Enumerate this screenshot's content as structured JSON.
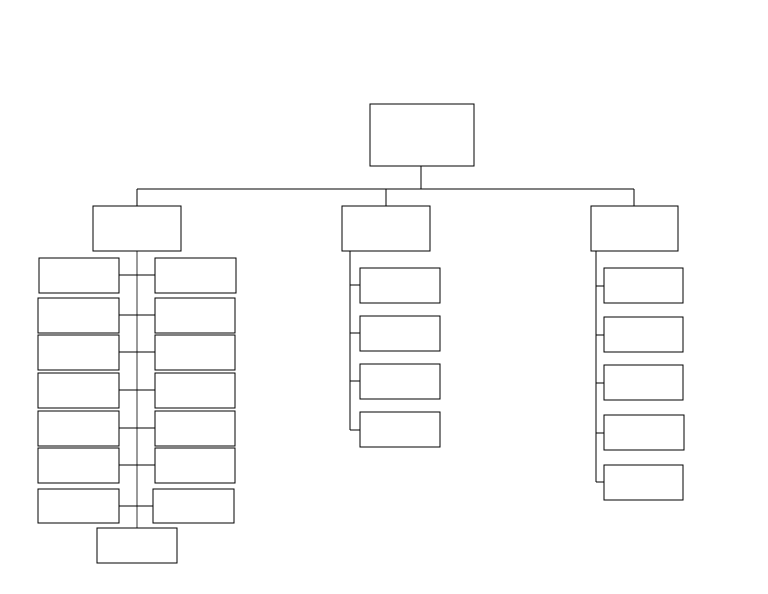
{
  "diagram": {
    "type": "org-chart",
    "colors": {
      "stroke": "#000000",
      "background": "#ffffff",
      "spine": "#9a9a9a"
    },
    "root": {
      "label": "",
      "branches": [
        {
          "label": "",
          "layout": "two-column",
          "children": [
            "",
            "",
            "",
            "",
            "",
            "",
            "",
            "",
            "",
            "",
            "",
            "",
            "",
            "",
            ""
          ]
        },
        {
          "label": "",
          "layout": "list",
          "children": [
            "",
            "",
            "",
            ""
          ]
        },
        {
          "label": "",
          "layout": "list",
          "children": [
            "",
            "",
            "",
            "",
            ""
          ]
        }
      ]
    }
  }
}
